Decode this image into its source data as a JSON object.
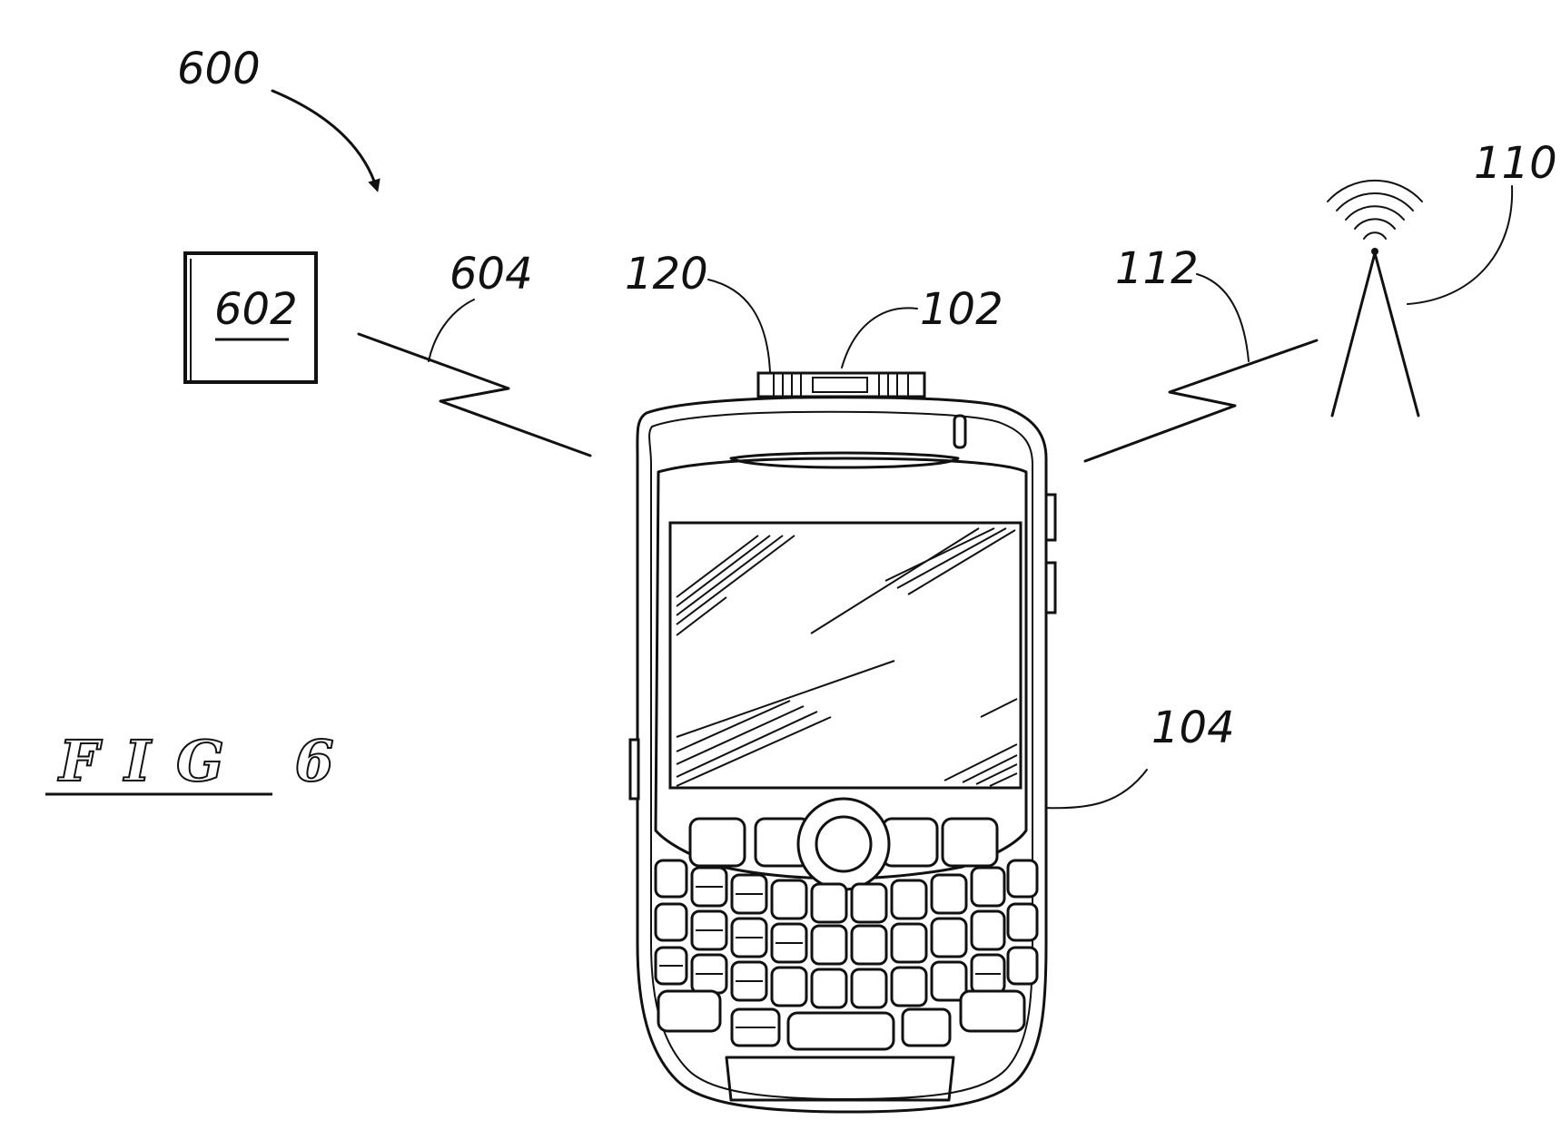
{
  "labels": {
    "system": "600",
    "external_device": "602",
    "link_external": "604",
    "accessory": "120",
    "antenna_region": "102",
    "mobile_device": "104",
    "link_tower": "112",
    "tower": "110"
  },
  "figure_caption": "FIG 6",
  "colors": {
    "ink": "#111111",
    "paper": "#ffffff"
  }
}
